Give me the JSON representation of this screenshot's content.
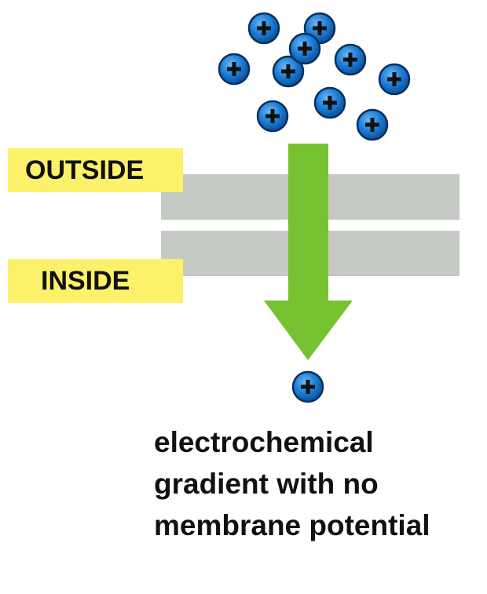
{
  "labels": {
    "outside": "OUTSIDE",
    "inside": "INSIDE"
  },
  "caption": {
    "line1": "electrochemical",
    "line2": "gradient with no",
    "line3": "membrane potential"
  },
  "ions": {
    "symbol": "+",
    "outside_count": 10,
    "inside_count": 1,
    "fill_color": "#1a7fd8",
    "outline_color": "#0a2f5c",
    "sign_color": "#111111"
  },
  "colors": {
    "label_background": "#fcf16a",
    "membrane": "#c5cbc4",
    "arrow": "#77c230"
  }
}
